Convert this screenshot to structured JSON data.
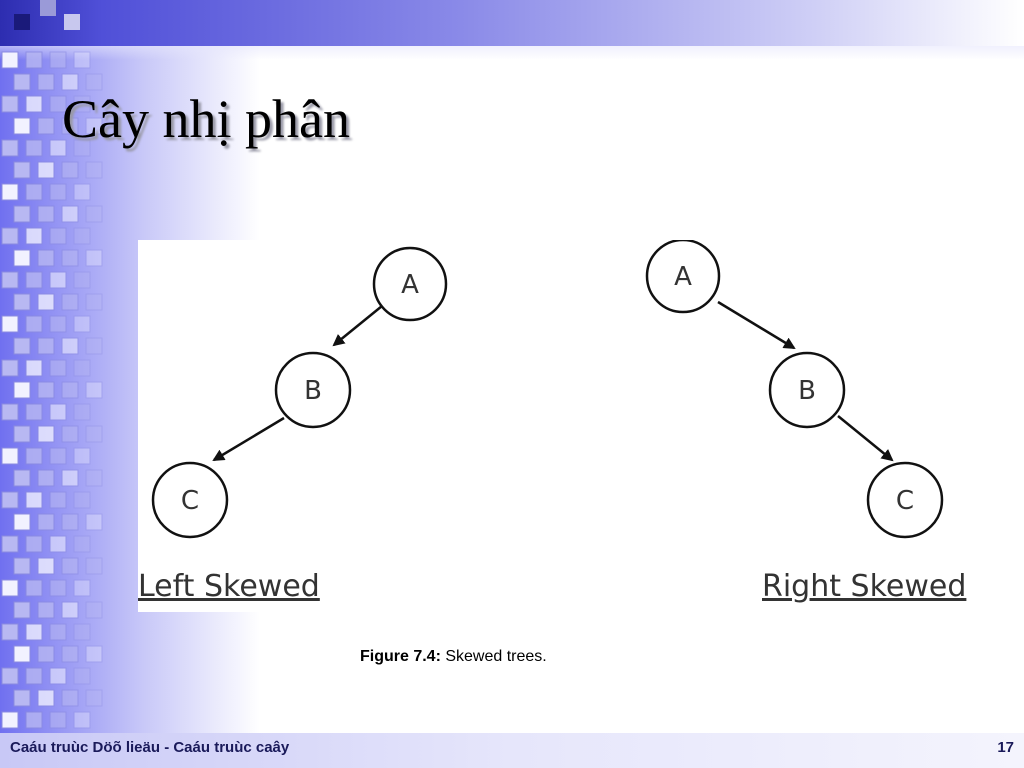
{
  "slide": {
    "title": "Cây nhị phân",
    "page_number": "17",
    "footer_text": "Caáu truùc Döõ lieäu - Caáu truùc caây"
  },
  "figure": {
    "caption_label": "Figure 7.4:",
    "caption_text": " Skewed trees.",
    "trees": [
      {
        "name": "Left Skewed",
        "nodes": [
          "A",
          "B",
          "C"
        ],
        "edges": [
          [
            "A",
            "B"
          ],
          [
            "B",
            "C"
          ]
        ],
        "direction": "left"
      },
      {
        "name": "Right Skewed",
        "nodes": [
          "A",
          "B",
          "C"
        ],
        "edges": [
          [
            "A",
            "B"
          ],
          [
            "B",
            "C"
          ]
        ],
        "direction": "right"
      }
    ]
  },
  "colors": {
    "theme_blue": "#5050d8",
    "node_stroke": "#111111",
    "footer_text": "#1a1a5a"
  }
}
